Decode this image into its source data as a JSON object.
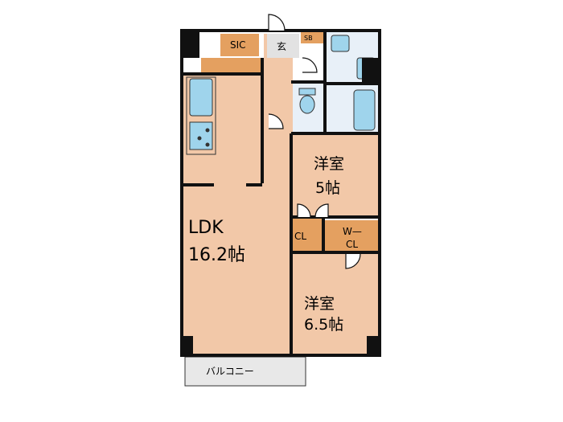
{
  "rooms": {
    "ldk": {
      "name": "LDK",
      "size": "16.2帖"
    },
    "western_room_1": {
      "name": "洋室",
      "size": "5帖"
    },
    "western_room_2": {
      "name": "洋室",
      "size": "6.5帖"
    },
    "sic": "SIC",
    "entrance": "玄",
    "shoe_box": "SB",
    "closet": "CL",
    "walk_in_closet": {
      "line1": "W—",
      "line2": "CL"
    },
    "balcony": "バルコニー"
  },
  "colors": {
    "room_floor": "#f2c8a8",
    "storage": "#e4a060",
    "wet_area": "#e8f0f8",
    "fixture": "#9fd4ec",
    "wall": "#111111",
    "balcony": "#e8e8e8"
  }
}
